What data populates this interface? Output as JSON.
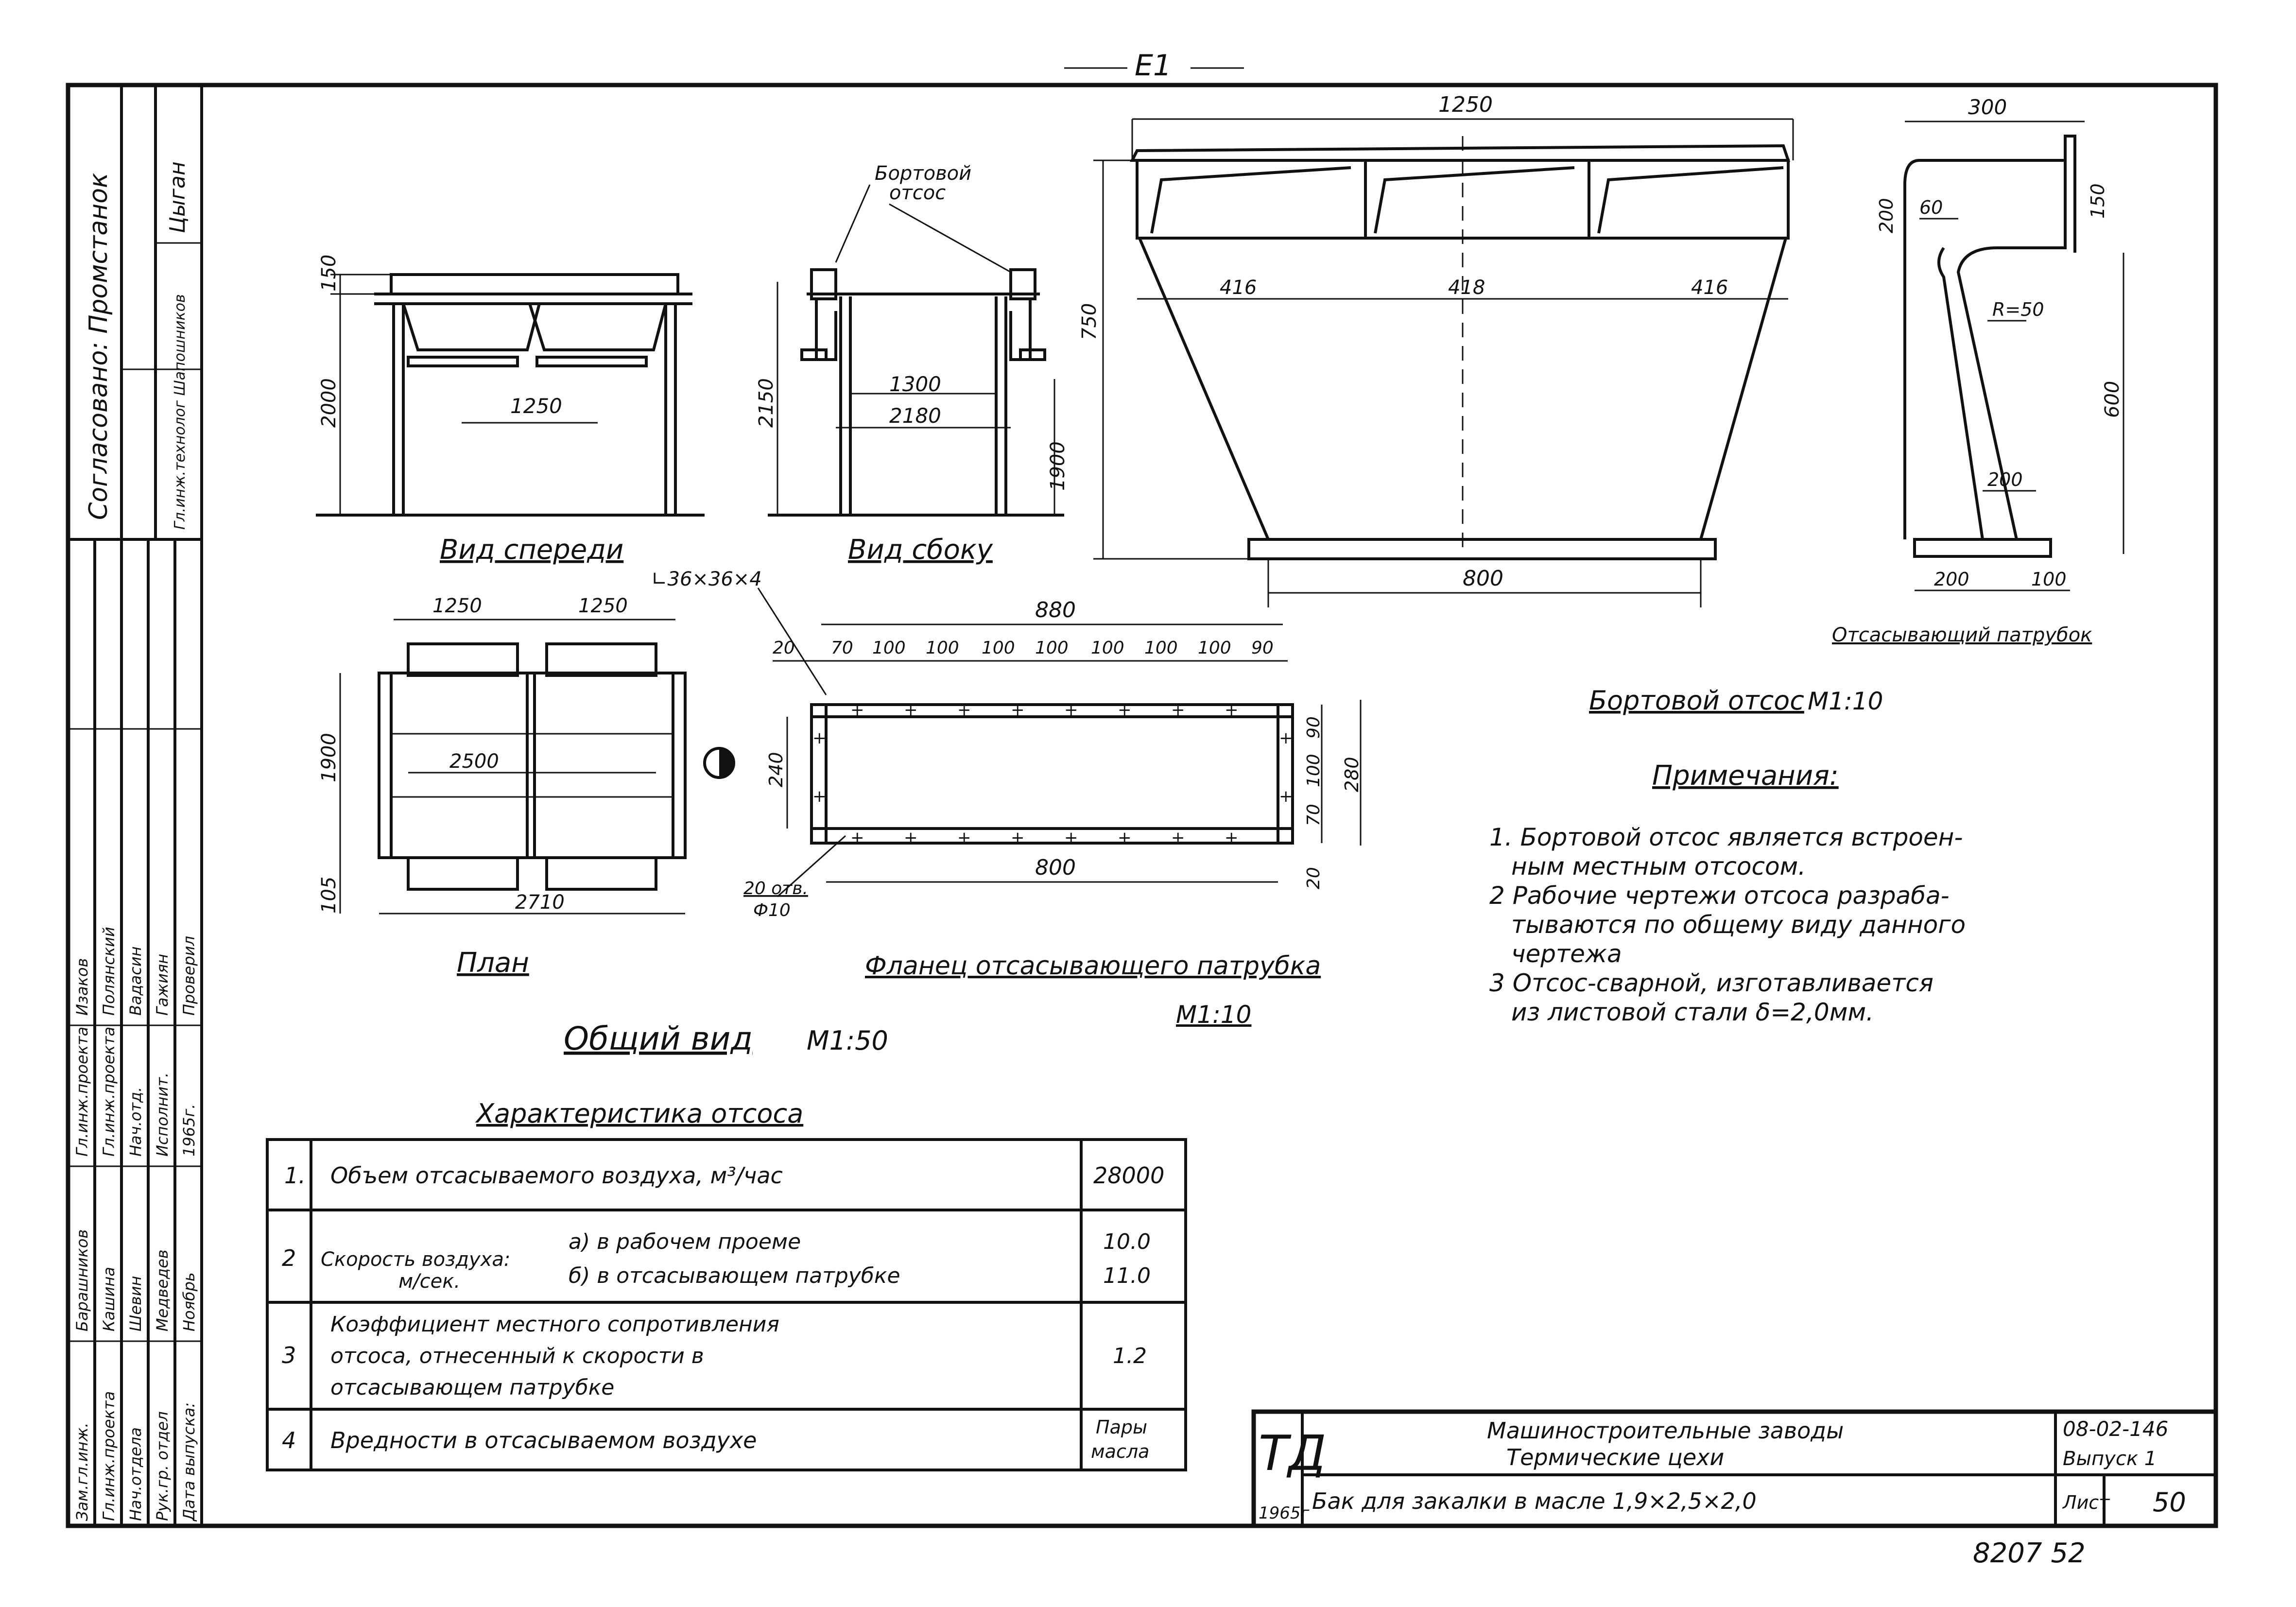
{
  "sheet_code": "Е1",
  "approvals": {
    "vertical_title": "Согласовано: Промстанок",
    "col_right": [
      "Цыган",
      "Гл.инж.технолог  Шапошников"
    ],
    "rows": [
      [
        "Зам.гл.инж.",
        "Барашников",
        "Гл.инж.проекта",
        "Изаков"
      ],
      [
        "Гл.инж.проекта",
        "Кашина",
        "Гл.инж.проекта",
        "Полянский"
      ],
      [
        "Нач.отдела",
        "Шевин",
        "Нач.отд.",
        "Вадасин"
      ],
      [
        "Рук.гр. отдел",
        "Медведев",
        "Исполнит.",
        "Гажиян"
      ],
      [
        "Дата выпуска:",
        "Ноябрь",
        "1965г.",
        "Проверил"
      ]
    ]
  },
  "views": {
    "front": {
      "caption": "Вид спереди",
      "dims": {
        "top": "150",
        "height": "2000",
        "span": "1250"
      }
    },
    "side": {
      "caption": "Вид сбоку",
      "label": "Бортовой отсос",
      "dims": {
        "h1": "2150",
        "inner": "1300",
        "outer": "2180",
        "h2": "1900"
      }
    },
    "plan": {
      "caption": "План",
      "dims": {
        "w1": "1250",
        "w2": "1250",
        "mid": "2500",
        "total": "2710",
        "depth": "1900",
        "edge": "105"
      }
    },
    "general_caption": "Общий вид",
    "general_scale": "М1:50",
    "flange": {
      "angle": "∟36×36×4",
      "total": "880",
      "pitch": [
        "20",
        "70",
        "100",
        "100",
        "100",
        "100",
        "100",
        "100",
        "100",
        "90"
      ],
      "inner": "800",
      "height_outer": "280",
      "height_inner": "240",
      "right_dims": [
        "90",
        "100",
        "70"
      ],
      "bottom_right": "20",
      "holes": "20 отв.",
      "hole_dia": "Ф10",
      "caption": "Фланец отсасывающего патрубка",
      "scale": "М1:10"
    },
    "hood": {
      "top": "1250",
      "bays": [
        "416",
        "418",
        "416"
      ],
      "height": "750",
      "bottom": "800"
    },
    "branch": {
      "top": "300",
      "a": "60",
      "b": "200",
      "c": "150",
      "radius": "R=50",
      "height": "600",
      "d": "200",
      "bottom_a": "200",
      "bottom_b": "100",
      "caption": "Отсасывающий патрубок"
    },
    "hood_caption": "Бортовой отсос",
    "hood_scale": "М1:10"
  },
  "notes": {
    "title": "Примечания:",
    "lines": [
      "1. Бортовой отсос является встроен-",
      "ным местным отсосом.",
      "2 Рабочие чертежи отсоса разраба-",
      "тываются по общему виду данного",
      "чертежа",
      "3 Отсос-сварной, изготавливается",
      "из листовой стали δ=2,0мм."
    ]
  },
  "characteristics": {
    "title": "Характеристика отсоса",
    "rows": [
      {
        "n": "1.",
        "text": [
          "Объем отсасываемого воздуха, м³/час"
        ],
        "value": [
          "28000"
        ]
      },
      {
        "n": "2",
        "text": [
          "Скорость воздуха:",
          "м/сек.",
          "а) в рабочем проеме",
          "б) в отсасывающем патрубке"
        ],
        "value": [
          "10.0",
          "11.0"
        ]
      },
      {
        "n": "3",
        "text": [
          "Коэффициент местного сопротивления",
          "отсоса, отнесенный к скорости в",
          "отсасывающем патрубке"
        ],
        "value": [
          "1.2"
        ]
      },
      {
        "n": "4",
        "text": [
          "Вредности в отсасываемом воздухе"
        ],
        "value": [
          "Пары",
          "масла"
        ]
      }
    ]
  },
  "title_block": {
    "logo": "ТД",
    "year": "1965г",
    "line1": "Машиностроительные заводы",
    "line2": "Термические цехи",
    "subject": "Бак для закалки в масле  1,9×2,5×2,0",
    "code": "08-02-146",
    "issue": "Выпуск 1",
    "sheet_label": "Лист",
    "sheet_no": "50"
  },
  "archive_no": "8207  52"
}
